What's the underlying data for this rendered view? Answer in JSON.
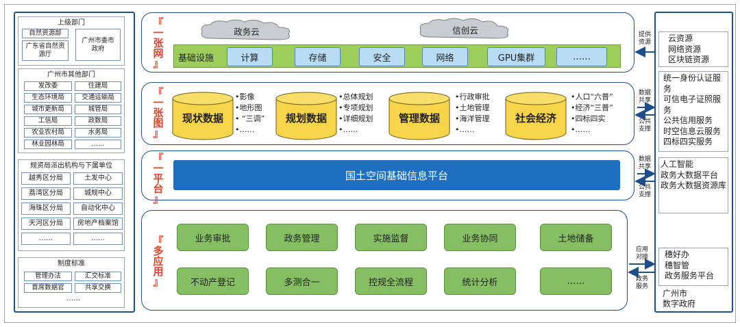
{
  "left": {
    "superior": {
      "title": "上级部门",
      "items": [
        "自然资源部",
        "广东省自然资源厅",
        "广州市委市政府"
      ]
    },
    "other_depts": {
      "title": "广州市其他部门",
      "items": [
        "发改委",
        "住建局",
        "生态环境局",
        "交通运输局",
        "城市更新局",
        "城管局",
        "工信局",
        "政数局",
        "农业农村局",
        "水务局",
        "林业园林局",
        "……"
      ]
    },
    "branches": {
      "title": "规资局派出机构与下属单位",
      "items": [
        "越秀区分局",
        "土发中心",
        "荔湾区分局",
        "城规中心",
        "海珠区分局",
        "自动化中心",
        "天河区分局",
        "房地产档案馆",
        "……",
        "……"
      ]
    },
    "standards": {
      "title": "制度标准",
      "items": [
        "管理办法",
        "汇交标准",
        "首席数据官",
        "共享交换",
        "……"
      ]
    }
  },
  "rows": {
    "net": {
      "label": "『一张网』",
      "clouds": [
        "政务云",
        "信创云"
      ],
      "infra_label": "基础设施",
      "infra_items": [
        "计算",
        "存储",
        "安全",
        "网络",
        "GPU集群",
        "……"
      ]
    },
    "map": {
      "label": "『一张图』",
      "groups": [
        {
          "name": "现状数据",
          "bullets": [
            "•影像",
            "•地形图",
            "• “三调”",
            "•……"
          ]
        },
        {
          "name": "规划数据",
          "bullets": [
            "•总体规划",
            "•专项规划",
            "•详细规划",
            "•……"
          ]
        },
        {
          "name": "管理数据",
          "bullets": [
            "•行政审批",
            "•土地管理",
            "•海洋管理",
            "•……"
          ]
        },
        {
          "name": "社会经济",
          "bullets": [
            "•人口“六普”",
            "•经济“三普”",
            "•四标四实",
            "•……"
          ]
        }
      ]
    },
    "platform": {
      "label": "『一平台』",
      "name": "国土空间基础信息平台"
    },
    "apps": {
      "label": "『多应用』",
      "items": [
        "业务审批",
        "政务管理",
        "实施监督",
        "业务协同",
        "土地储备",
        "不动产登记",
        "多测合一",
        "控规全流程",
        "统计分析",
        "……"
      ]
    }
  },
  "arrows": {
    "a1": "提供资源",
    "a2_top": "数据共享",
    "a2_bot": "公共支撑",
    "a3_top": "数据共享",
    "a3_bot": "公共支撑",
    "a4_top": "应用对接",
    "a4_bot": "政务服务"
  },
  "right": {
    "box1": [
      "云资源",
      "网络资源",
      "区块链资源"
    ],
    "box2": [
      "统一身份认证服务",
      "可信电子证照服务",
      "公共信用服务",
      "时空信息云服务",
      "四标四实服务"
    ],
    "box3": [
      "人工智能",
      "政务大数据平台",
      "政务大数据资源库"
    ],
    "box4": [
      "穗好办",
      "穗智管",
      "政务服务平台"
    ],
    "footer": [
      "广州市",
      "数字政府"
    ]
  },
  "colors": {
    "panel_border": "#1f4e8c",
    "label_red": "#e0452b",
    "green_bar": "#9ccd5d",
    "app_green": "#86bf63",
    "platform_blue": "#1f6fc0",
    "cylinder": "#f7d54a"
  }
}
